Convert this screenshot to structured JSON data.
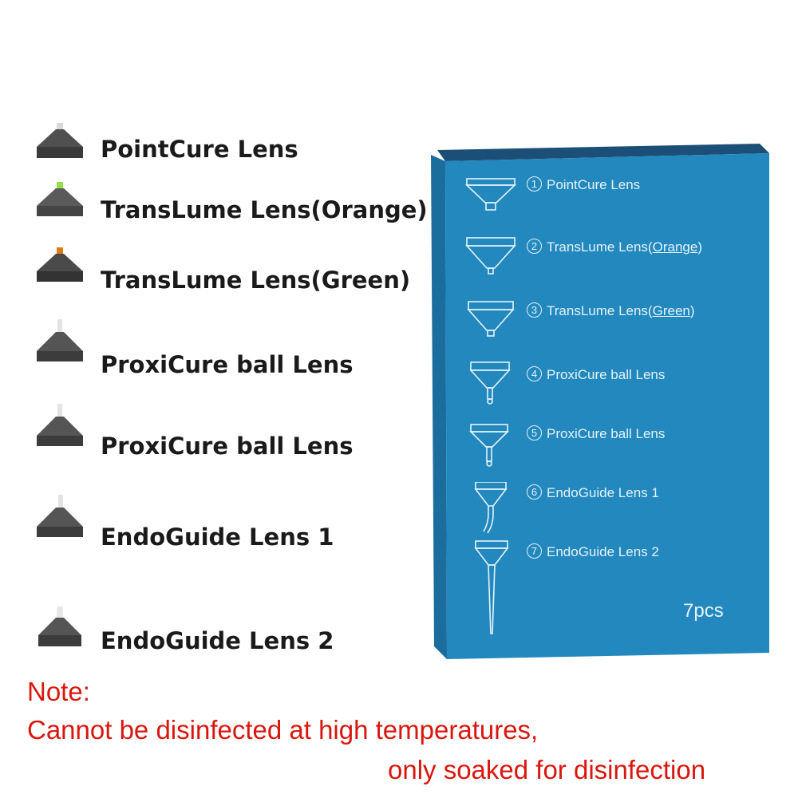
{
  "lens_list": [
    {
      "label": "PointCure Lens"
    },
    {
      "label": "TransLume Lens(Orange)"
    },
    {
      "label": "TransLume Lens(Green)"
    },
    {
      "label": "ProxiCure ball Lens"
    },
    {
      "label": "ProxiCure ball Lens"
    },
    {
      "label": "EndoGuide Lens 1"
    },
    {
      "label": "EndoGuide Lens 2"
    }
  ],
  "box": {
    "items": [
      {
        "num": "1",
        "label": "PointCure Lens",
        "suffix": ""
      },
      {
        "num": "2",
        "label": "TransLume Lens(",
        "suffix": "Orange",
        "close": ")"
      },
      {
        "num": "3",
        "label": "TransLume Lens(",
        "suffix": "Green",
        "close": ")"
      },
      {
        "num": "4",
        "label": "ProxiCure ball Lens",
        "suffix": ""
      },
      {
        "num": "5",
        "label": "ProxiCure ball Lens",
        "suffix": ""
      },
      {
        "num": "6",
        "label": "EndoGuide Lens 1",
        "suffix": ""
      },
      {
        "num": "7",
        "label": "EndoGuide Lens 2",
        "suffix": ""
      }
    ],
    "count": "7pcs",
    "colors": {
      "front": "#2288be",
      "side": "#1a6d9c",
      "top": "#5aa9d4"
    }
  },
  "note": {
    "title": "Note:",
    "line1": "Cannot be disinfected at high temperatures,",
    "line2": "only soaked for disinfection",
    "color": "#d9170f"
  }
}
